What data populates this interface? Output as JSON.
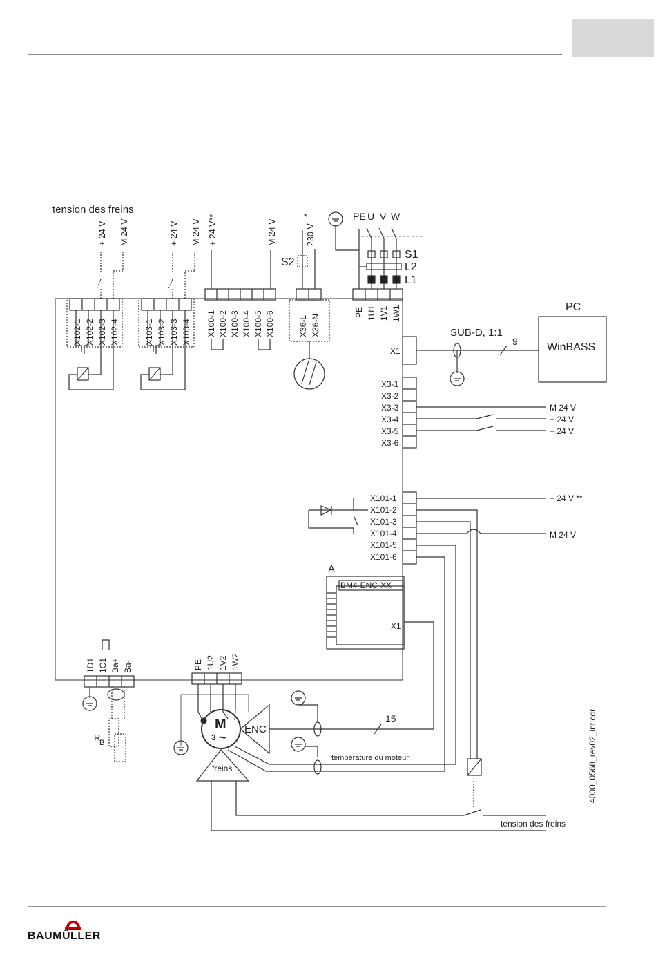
{
  "brand": {
    "logo_text": "BAUMÜLLER"
  },
  "diagram": {
    "file_ref": "4000_0568_rev02_int.cdr",
    "brake_voltage_top": "tension des freins",
    "brake_voltage_bottom": "tension des freins",
    "motor_temp": "température du moteur",
    "brake_label": "freins",
    "pc": "PC",
    "winbass": "WinBASS",
    "subd": "SUB-D, 1:1",
    "cable_9": "9",
    "cable_15": "15",
    "module_a": "A",
    "enc_module": "BM4-ENC-XX",
    "enc_x1": "X1",
    "enc": "ENC",
    "motor_m": "M",
    "motor_3": "3",
    "motor_tilde": "~",
    "rb_r": "R",
    "rb_b": "B",
    "s2": "S2",
    "s1": "S1",
    "l2": "L2",
    "l1": "L1",
    "mains_pe": "PE",
    "mains_u": "U",
    "mains_v": "V",
    "mains_w": "W",
    "v24_plus": "+ 24 V",
    "v24_m": "M 24 V",
    "v24_plus_star": "+ 24 V**",
    "v230": "230 V",
    "star": "*",
    "v24_plus_doublestar": "+ 24 V **",
    "x102": [
      "X102-1",
      "X102-2",
      "X102-3",
      "X102-4"
    ],
    "x103": [
      "X103-1",
      "X103-2",
      "X103-3",
      "X103-4"
    ],
    "x100": [
      "X100-1",
      "X100-2",
      "X100-3",
      "X100-4",
      "X100-5",
      "X100-6"
    ],
    "x36": [
      "X36-L",
      "X36-N"
    ],
    "mains_terms": [
      "PE",
      "1U1",
      "1V1",
      "1W1"
    ],
    "x1": "X1",
    "x3": [
      "X3-1",
      "X3-2",
      "X3-3",
      "X3-4",
      "X3-5",
      "X3-6"
    ],
    "x101": [
      "X101-1",
      "X101-2",
      "X101-3",
      "X101-4",
      "X101-5",
      "X101-6"
    ],
    "brake_terms": [
      "1D1",
      "1C1",
      "Ba+",
      "Ba-"
    ],
    "motor_terms": [
      "PE",
      "1U2",
      "1V2",
      "1W2"
    ]
  }
}
